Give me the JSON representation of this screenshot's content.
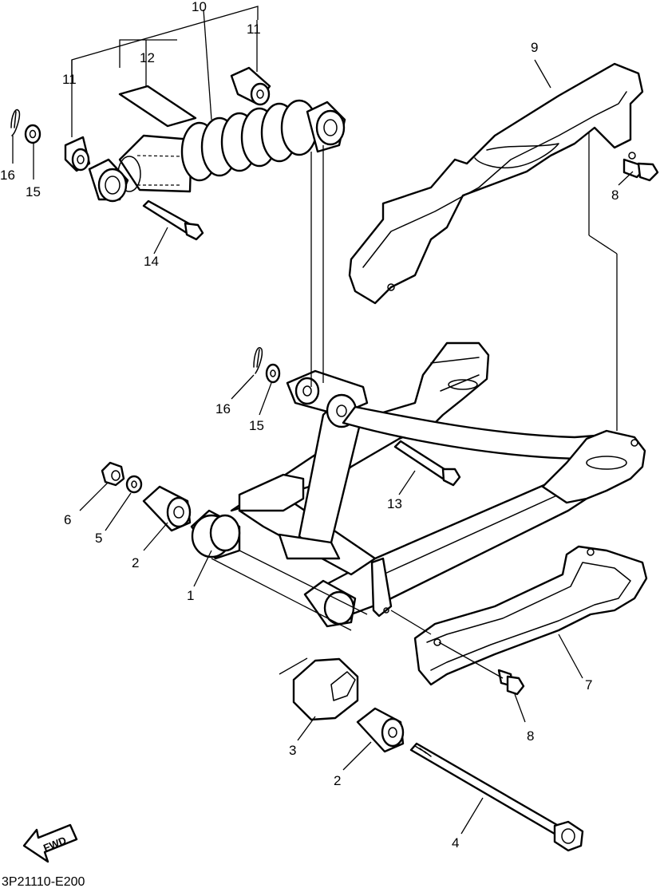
{
  "diagram": {
    "drawing_code": "3P21110-E200",
    "fwd_label": "FWD",
    "callouts": {
      "c1": "1",
      "c2a": "2",
      "c2b": "2",
      "c3": "3",
      "c4": "4",
      "c5": "5",
      "c6": "6",
      "c7": "7",
      "c8a": "8",
      "c8b": "8",
      "c9": "9",
      "c10": "10",
      "c11a": "11",
      "c11b": "11",
      "c12": "12",
      "c13": "13",
      "c14": "14",
      "c15a": "15",
      "c15b": "15",
      "c16a": "16",
      "c16b": "16"
    }
  }
}
